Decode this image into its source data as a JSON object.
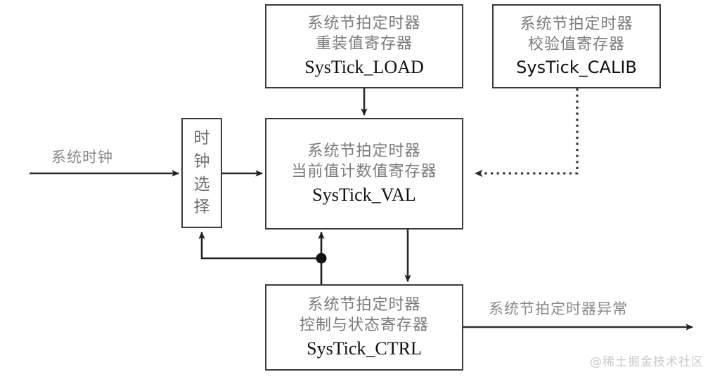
{
  "diagram": {
    "title_hidden": "",
    "boxes": {
      "load": {
        "cn_line1": "系统节拍定时器",
        "cn_line2": "重装值寄存器",
        "register": "SysTick_LOAD"
      },
      "calib": {
        "cn_line1": "系统节拍定时器",
        "cn_line2": "校验值寄存器",
        "register": "SysTick_CALIB"
      },
      "val": {
        "cn_line1": "系统节拍定时器",
        "cn_line2": "当前值计数值寄存器",
        "register": "SysTick_VAL"
      },
      "ctrl": {
        "cn_line1": "系统节拍定时器",
        "cn_line2": "控制与状态寄存器",
        "register": "SysTick_CTRL"
      },
      "clock_select": {
        "char1": "时",
        "char2": "钟",
        "char3": "选",
        "char4": "择"
      }
    },
    "labels": {
      "system_clock": "系统时钟",
      "systick_exception": "系统节拍定时器异常"
    },
    "watermark": "@稀土掘金技术社区",
    "colors": {
      "box_border": "#3a3a3a",
      "wire": "#2b2b2b",
      "cn_text": "#7b7b7b",
      "register_text": "#101010",
      "background": "#ffffff",
      "watermark_text": "#c9c9c9"
    }
  }
}
